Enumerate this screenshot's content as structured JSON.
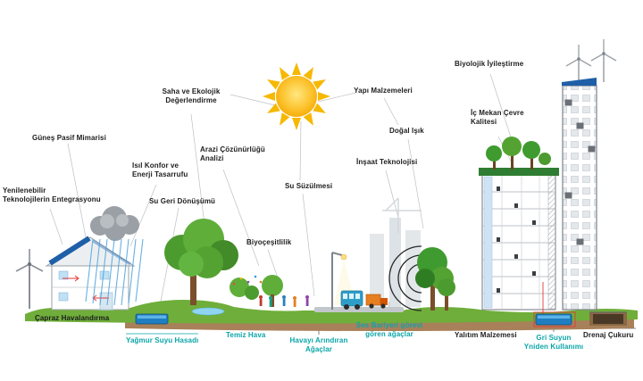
{
  "labels": [
    {
      "id": "gunes-pasif-mimarisi",
      "text": "Güneş Pasif Mimarisi",
      "color": "#1d1d1f"
    },
    {
      "id": "saha-ekolojik-degerlendirme",
      "text": "Saha ve Ekolojik\nDeğerlendirme",
      "color": "#1d1d1f"
    },
    {
      "id": "yapi-malzemeleri",
      "text": "Yapı Malzemeleri",
      "color": "#1d1d1f"
    },
    {
      "id": "biyolojik-iyilestirme",
      "text": "Biyolojik İyileştirme",
      "color": "#1d1d1f"
    },
    {
      "id": "ic-mekan-cevre-kalitesi",
      "text": "İç Mekan Çevre\nKalitesi",
      "color": "#1d1d1f"
    },
    {
      "id": "dogal-isik",
      "text": "Doğal Işık",
      "color": "#1d1d1f"
    },
    {
      "id": "arazi-cozunurlugu-analizi",
      "text": "Arazi Çözünürlüğü\nAnalizi",
      "color": "#1d1d1f"
    },
    {
      "id": "insaat-teknolojisi",
      "text": "İnşaat Teknolojisi",
      "color": "#1d1d1f"
    },
    {
      "id": "isil-konfor-enerji-tasarrufu",
      "text": "Isıl Konfor ve\nEnerji Tasarrufu",
      "color": "#1d1d1f"
    },
    {
      "id": "su-geri-donusumu",
      "text": "Su Geri Dönüşümü",
      "color": "#1d1d1f"
    },
    {
      "id": "su-suzulmesi",
      "text": "Su Süzülmesi",
      "color": "#1d1d1f"
    },
    {
      "id": "yenilenebilir-teknolojilerin-entegrasyonu",
      "text": "Yenilenebilir\nTeknolojilerin Entegrasyonu",
      "color": "#1d1d1f"
    },
    {
      "id": "biyocesitlilik",
      "text": "Biyoçeşitlilik",
      "color": "#1d1d1f"
    },
    {
      "id": "capraz-havalandirma",
      "text": "Çapraz Havalandırma",
      "color": "#1d1d1f"
    },
    {
      "id": "yagmur-suyu-hasadi",
      "text": "Yağmur Suyu Hasadı",
      "color": "#0aa5a8"
    },
    {
      "id": "temiz-hava",
      "text": "Temiz Hava",
      "color": "#0aa5a8"
    },
    {
      "id": "havayi-arindiran-agaclar",
      "text": "Havayı Arındıran\nAğaçlar",
      "color": "#0aa5a8"
    },
    {
      "id": "ses-bariyeri-gorevi-goren-agaclar",
      "text": "Ses Bariyeri görevi\ngören ağaçlar",
      "color": "#0aa5a8"
    },
    {
      "id": "yalitim-malzemesi",
      "text": "Yalıtım Malzemesi",
      "color": "#1d1d1f"
    },
    {
      "id": "gri-suyun-yeniden-kullanimi",
      "text": "Gri Suyun\nYniden Kullanımı",
      "color": "#0aa5a8"
    },
    {
      "id": "drenaj-cukuru",
      "text": "Drenaj Çukuru",
      "color": "#1d1d1f"
    }
  ],
  "colors": {
    "label_dark": "#1d1d1f",
    "label_teal": "#0aa5a8",
    "sun_yellow": "#fcc32f",
    "solar_blue": "#1e5fa8",
    "water_blue": "#1f7ec2",
    "grass_green": "#6fae3a",
    "foliage_green": "#4c9b2f",
    "soil_brown": "#a8805a",
    "cloud_gray": "#9aa0a6",
    "pipe_red": "#e53935"
  },
  "scene": {
    "elements": [
      "sun-icon",
      "rain-cloud-icon",
      "rain-streaks",
      "wind-turbine-left-icon",
      "house-with-solar-panels",
      "rainwater-tank",
      "pond",
      "big-tree-icon",
      "park-people",
      "street-lamp-icon",
      "bus-icon",
      "truck-icon",
      "city-silhouette",
      "sound-wave-arcs-icon",
      "barrier-trees",
      "eco-building-cross-section",
      "green-roof-trees",
      "insulation-hatch",
      "tall-building",
      "rooftop-solar-panels",
      "wind-turbines-right-icon",
      "greywater-tank",
      "drainage-pit",
      "grass-ground",
      "soil-band"
    ]
  }
}
